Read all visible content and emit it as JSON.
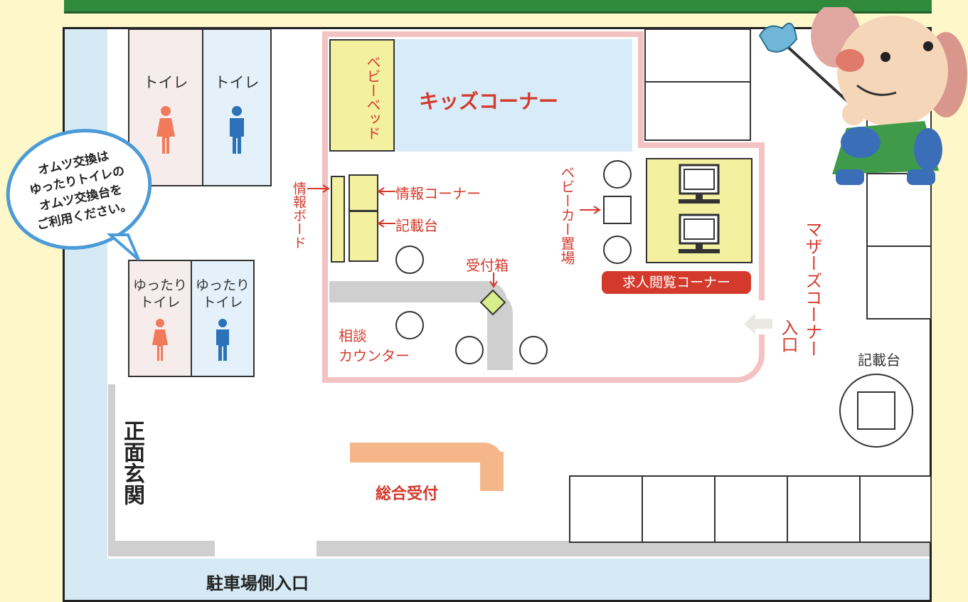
{
  "labels": {
    "toilet": "トイレ",
    "yuttari_toilet": "ゆったり\nトイレ",
    "baby_bed": "ベビーベッド",
    "kids_corner": "キッズコーナー",
    "info_board": "情報ボード",
    "info_corner": "情報コーナー",
    "writing_desk": "記載台",
    "reception_box": "受付箱",
    "baby_car": "ベビーカー置場",
    "job_corner": "求人閲覧コーナー",
    "consult_1": "相談",
    "consult_2": "カウンター",
    "mothers_corner": "マザーズコーナー",
    "entrance_small": "入口",
    "writing_desk_right": "記載台",
    "main_entrance": "正面玄関",
    "general_reception": "総合受付",
    "parking_entrance": "駐車場側入口"
  },
  "bubble": {
    "line1": "オムツ交換は",
    "line2": "ゆったりトイレの",
    "line3": "オムツ交換台を",
    "line4": "ご利用ください。"
  },
  "colors": {
    "accent_red": "#d33a2c",
    "header_green": "#2f8a3c",
    "bubble_blue": "#4a9bd8",
    "female_icon": "#f07a5a",
    "male_icon": "#2c72b8"
  }
}
